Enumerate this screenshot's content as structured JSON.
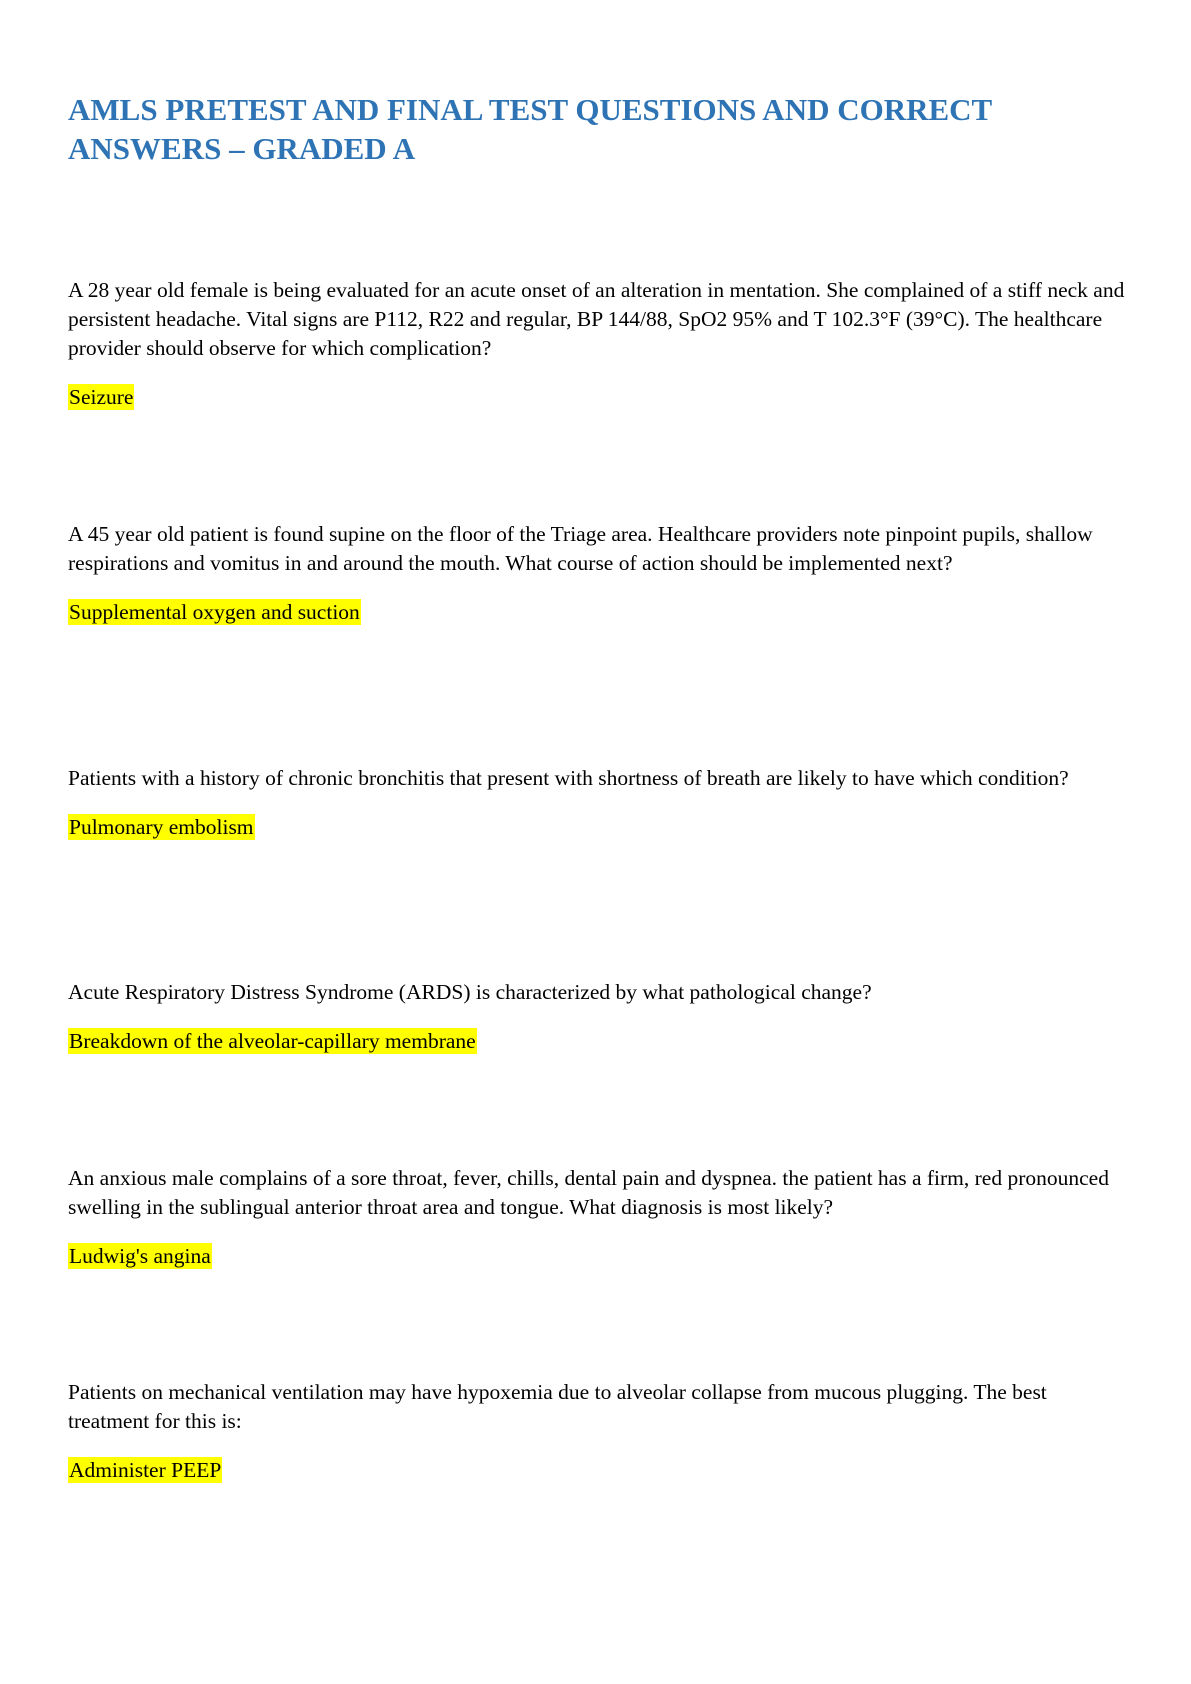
{
  "document": {
    "title": "AMLS PRETEST AND FINAL TEST QUESTIONS AND CORRECT ANSWERS – GRADED A",
    "highlight_color": "#ffff00",
    "title_color": "#2e74b5",
    "items": [
      {
        "question": "A 28 year old female is being evaluated for an acute onset of an alteration in mentation. She complained of a stiff neck and persistent headache. Vital signs are P112, R22 and regular, BP 144/88, SpO2 95% and T 102.3°F (39°C). The healthcare provider should observe for which complication?",
        "answer": "Seizure"
      },
      {
        "question": "A 45 year old patient is found supine on the floor of the Triage area. Healthcare providers note pinpoint pupils, shallow respirations and vomitus in and around the mouth. What course of action should be implemented next?",
        "answer": "Supplemental oxygen and suction"
      },
      {
        "question": "Patients with a history of chronic bronchitis that present with shortness of breath are likely to have which condition?",
        "answer": "Pulmonary embolism"
      },
      {
        "question": "Acute Respiratory Distress Syndrome (ARDS) is characterized by what pathological change?",
        "answer": "Breakdown of the alveolar-capillary membrane"
      },
      {
        "question": "An anxious male complains of a sore throat, fever, chills, dental pain and dyspnea. the patient has a firm, red pronounced swelling in the sublingual anterior throat area and tongue. What diagnosis is most likely?",
        "answer": "Ludwig's angina"
      },
      {
        "question": "Patients on mechanical ventilation may have hypoxemia due to alveolar collapse from mucous plugging. The best treatment for this is:",
        "answer": "Administer PEEP"
      }
    ]
  }
}
